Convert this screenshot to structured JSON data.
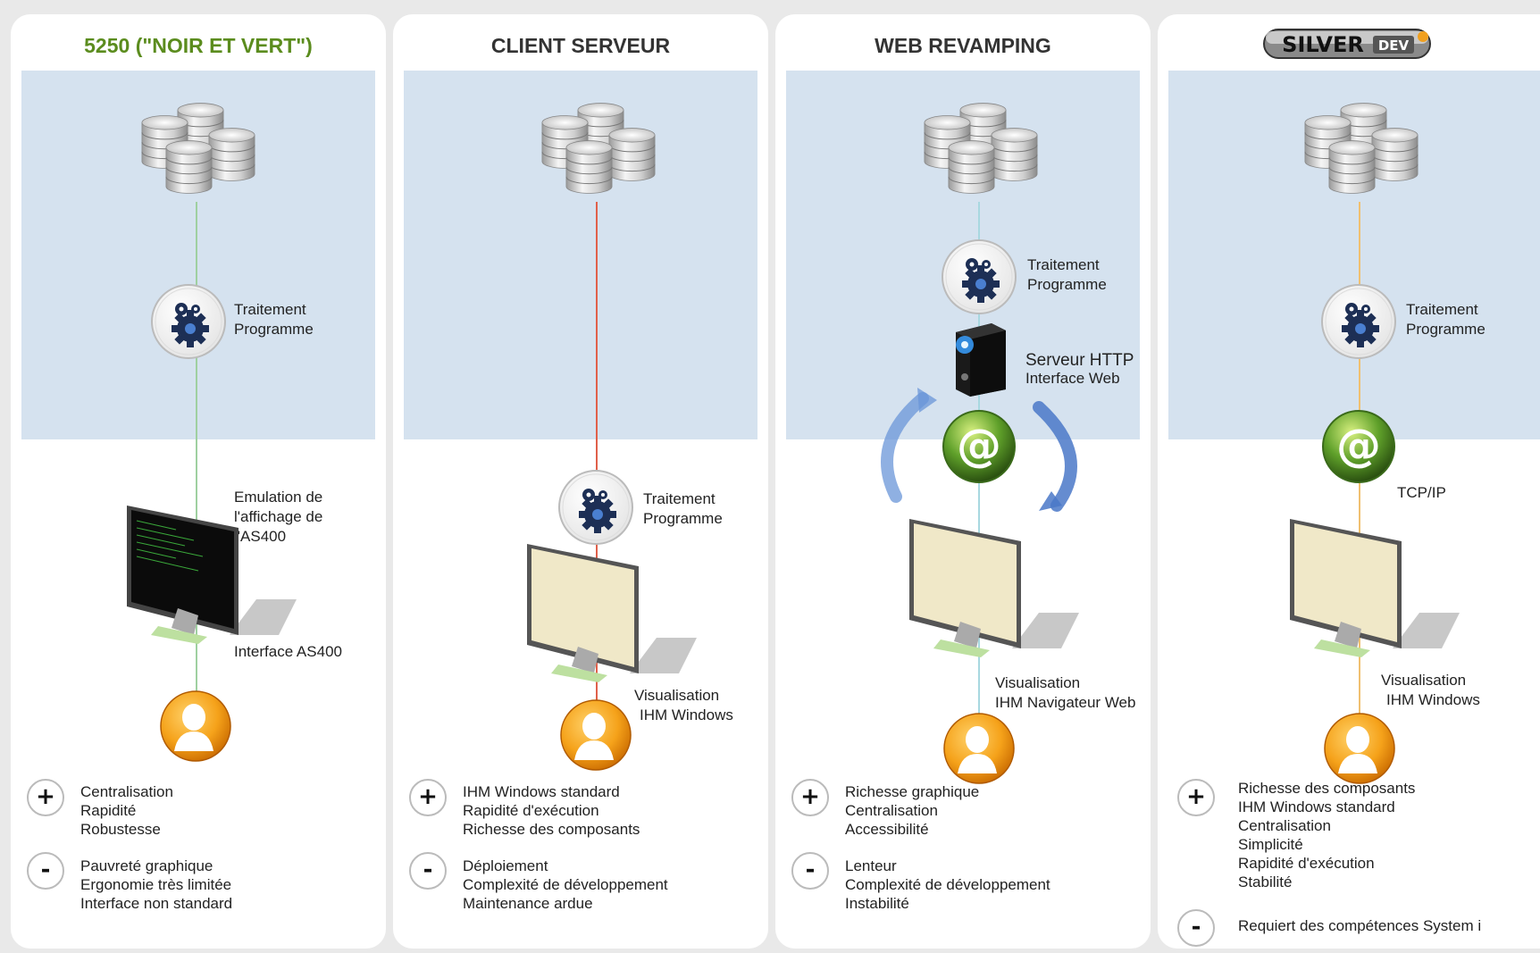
{
  "panels": [
    {
      "title": "5250 (\"NOIR ET VERT\")",
      "title_color": "#5b8c1e",
      "line_color": "#9fd0a0",
      "traitement": [
        "Traitement",
        "Programme"
      ],
      "emulation": [
        "Emulation de",
        "l'affichage de",
        "l'AS400"
      ],
      "interface_label": "Interface AS400",
      "plus": [
        "Centralisation",
        "Rapidité",
        "Robustesse"
      ],
      "minus": [
        "Pauvreté graphique",
        "Ergonomie très limitée",
        "Interface non standard"
      ]
    },
    {
      "title": "CLIENT SERVEUR",
      "line_color": "#e0604a",
      "traitement": [
        "Traitement",
        "Programme"
      ],
      "visualisation": [
        "Visualisation",
        "IHM Windows"
      ],
      "plus": [
        "IHM Windows standard",
        "Rapidité d'exécution",
        "Richesse des composants"
      ],
      "minus": [
        "Déploiement",
        "Complexité de développement",
        "Maintenance ardue"
      ]
    },
    {
      "title": "WEB REVAMPING",
      "line_color": "#a8d8e0",
      "traitement": [
        "Traitement",
        "Programme"
      ],
      "serveur": [
        "Serveur HTTP",
        "Interface Web"
      ],
      "visualisation": [
        "Visualisation",
        "IHM Navigateur Web"
      ],
      "plus": [
        "Richesse graphique",
        "Centralisation",
        "Accessibilité"
      ],
      "minus": [
        "Lenteur",
        "Complexité de développement",
        "Instabilité"
      ]
    },
    {
      "logo_text": "SILVER",
      "logo_sub": "DEV",
      "line_color": "#f0c070",
      "traitement": [
        "Traitement",
        "Programme"
      ],
      "tcp": "TCP/IP",
      "visualisation": [
        "Visualisation",
        "IHM Windows"
      ],
      "plus": [
        "Richesse des composants",
        "IHM Windows standard",
        "Centralisation",
        "Simplicité",
        "Rapidité d'exécution",
        "Stabilité"
      ],
      "minus": [
        "Requiert des compétences System i"
      ]
    }
  ],
  "signs": {
    "plus": "+",
    "minus": "-"
  },
  "icons": [
    "database-icon",
    "gear-icon",
    "monitor-icon",
    "user-icon",
    "at-sign-icon",
    "server-icon"
  ]
}
